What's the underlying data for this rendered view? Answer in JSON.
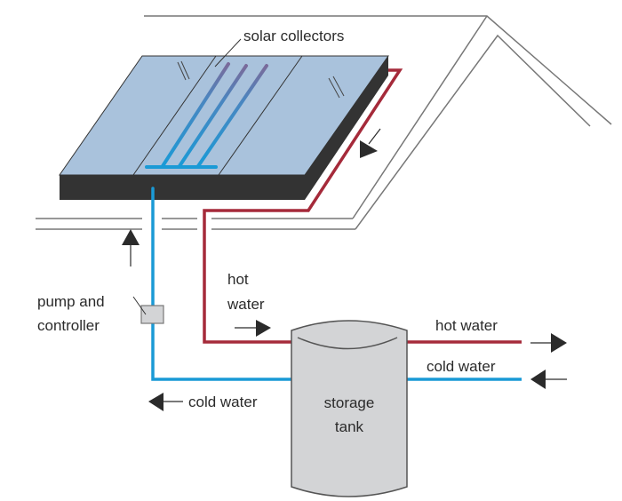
{
  "labels": {
    "solar_collectors": "solar collectors",
    "pump_line1": "pump and",
    "pump_line2": "controller",
    "hot_water_in_line1": "hot",
    "hot_water_in_line2": "water",
    "hot_water_out": "hot water",
    "cold_water_in": "cold water",
    "cold_water_out": "cold water",
    "tank_line1": "storage",
    "tank_line2": "tank"
  },
  "colors": {
    "hot_pipe": "#a52a3a",
    "cold_pipe": "#1a9ad6",
    "panel_glass": "#a9c2dc",
    "panel_frame": "#333333",
    "tank_fill": "#d3d4d6",
    "roof_line": "#777777",
    "arrow": "#2b2b2b"
  }
}
